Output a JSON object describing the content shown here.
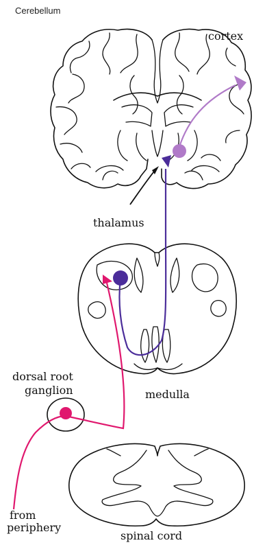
{
  "title": "Cerebellum",
  "labels": {
    "cortex": "cortex",
    "thalamus": "thalamus",
    "dorsal_root": "dorsal root",
    "ganglion": "ganglion",
    "medulla": "medulla",
    "from": "from",
    "periphery": "periphery",
    "spinal_cord": "spinal cord"
  },
  "colors": {
    "first_order_neuron": "#e0186e",
    "second_order_neuron": "#4b2d9a",
    "third_order_neuron": "#b07ac8",
    "outline": "#111111"
  }
}
